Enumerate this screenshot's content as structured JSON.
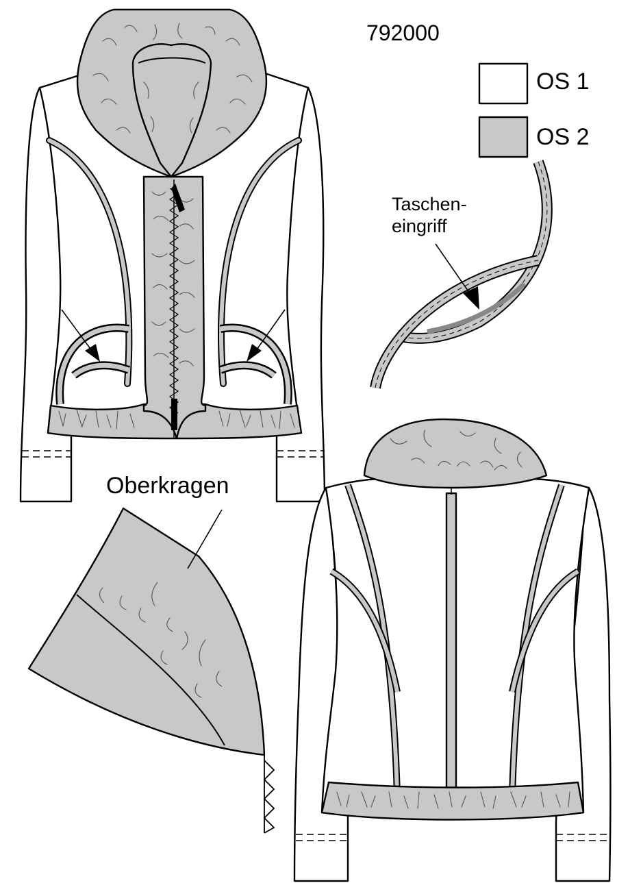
{
  "model_number": "792000",
  "legend": [
    {
      "label": "OS 1",
      "color": "#ffffff"
    },
    {
      "label": "OS 2",
      "color": "#c8c8c8"
    }
  ],
  "labels": {
    "pocket_line1": "Taschen-",
    "pocket_line2": "eingriff",
    "collar": "Oberkragen"
  },
  "colors": {
    "fabric_main": "#ffffff",
    "fabric_contrast": "#c8c8c8",
    "pocket_opening": "#888888",
    "outline": "#000000"
  },
  "icons": [
    "front-view-drawing",
    "back-view-drawing",
    "pocket-detail-drawing",
    "collar-detail-drawing",
    "arrow-icon",
    "zipper-icon"
  ]
}
